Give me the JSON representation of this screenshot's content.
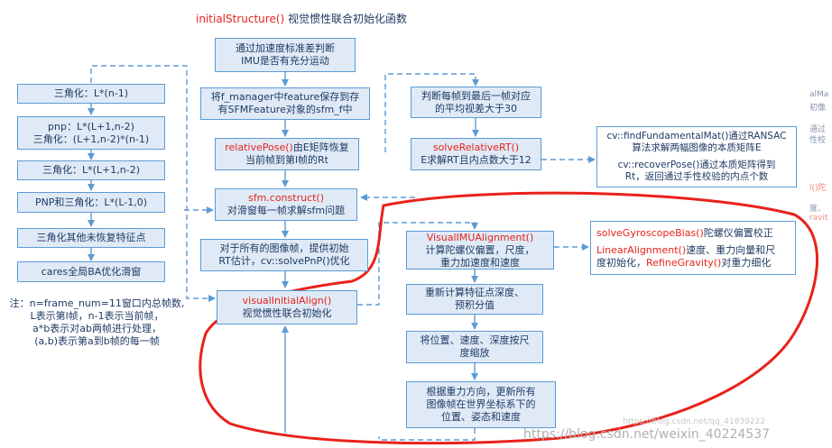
{
  "title": {
    "fn": "initialStructure()",
    "desc": "视觉惯性联合初始化函数"
  },
  "center": [
    {
      "lines": [
        "通过加速度标准差判断",
        "IMU是否有充分运动"
      ]
    },
    {
      "lines": [
        "将f_manager中feature保存到存",
        "有SFMFeature对象的sfm_f中"
      ]
    },
    {
      "red": "relativePose()",
      "rest": "由E矩阵恢复",
      "lines": [
        "当前帧到第l帧的Rt"
      ]
    },
    {
      "red": "sfm.construct()",
      "rest": "",
      "lines": [
        "对滑窗每一帧求解sfm问题"
      ]
    },
    {
      "lines": [
        "对于所有的图像帧，提供初始",
        "RT估计，cv::solvePnP()优化"
      ]
    },
    {
      "red": "visualInitialAlign()",
      "rest": "",
      "lines": [
        "视觉惯性联合初始化"
      ]
    }
  ],
  "left": [
    {
      "lines": [
        "三角化：L*(n-1)"
      ]
    },
    {
      "lines": [
        "pnp：L*(L+1,n-2)",
        "三角化：(L+1,n-2)*(n-1)"
      ]
    },
    {
      "lines": [
        "三角化：L*(L+1,n-2)"
      ]
    },
    {
      "lines": [
        "PNP和三角化：L*(L-1,0)"
      ]
    },
    {
      "lines": [
        "三角化其他未恢复特征点"
      ]
    },
    {
      "lines": [
        "cares全局BA优化滑窗"
      ]
    }
  ],
  "note": [
    "注：n=frame_num=11窗口内总帧数,",
    "L表示第l帧，n-1表示当前帧，",
    "a*b表示对ab两帧进行处理，",
    "(a,b)表示第a到b帧的每一帧"
  ],
  "right_top": [
    {
      "lines": [
        "判断每帧到最后一帧对应",
        "的平均视差大于30"
      ]
    },
    {
      "red": "solveRelativeRT()",
      "rest": "",
      "lines": [
        "E求解RT且内点数大于12"
      ]
    }
  ],
  "cv_box": {
    "lines": [
      "cv::findFundamentalMat()通过RANSAC",
      "算法求解两幅图像的本质矩阵E",
      "",
      "cv::recoverPose()通过本质矩阵得到",
      "Rt，返回通过手性校验的内点个数"
    ]
  },
  "align": [
    {
      "red": "VisualIMUAlignment()",
      "rest": "",
      "lines": [
        "计算陀螺仪偏置，尺度，",
        "重力加速度和速度"
      ]
    },
    {
      "lines": [
        "重新计算特征点深度、",
        "预积分值"
      ]
    },
    {
      "lines": [
        "将位置、速度、深度按尺",
        "度缩放"
      ]
    },
    {
      "lines": [
        "根据重力方向，更新所有",
        "图像帧在世界坐标系下的",
        "位置、姿态和速度"
      ]
    }
  ],
  "gyro_box": {
    "l1_red": "solveGyroscopeBias()",
    "l1_rest": "陀螺仪偏置校正",
    "l2_red": "LinearAlignment()",
    "l2_rest": "速度、重力向量和尺",
    "l3_rest": "度初始化，",
    "l3_red": "RefineGravity()",
    "l3_tail": "对重力细化"
  },
  "side_text": [
    "alMa",
    "初像",
    "通过",
    "性校",
    "l()陀",
    "度、",
    "ravit"
  ],
  "watermark": {
    "faint": "https://blog.csdn.net/qq_41839222",
    "main": "https://blog.csdn.net/weixin_40224537"
  }
}
